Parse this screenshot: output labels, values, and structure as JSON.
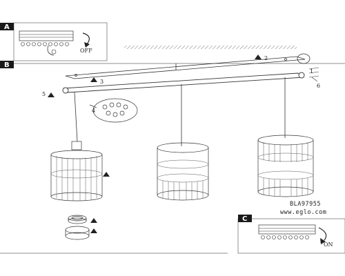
{
  "sections": {
    "a": {
      "letter": "A",
      "switch_state": "OFF"
    },
    "b": {
      "letter": "B"
    },
    "c": {
      "letter": "C",
      "switch_state": "ON"
    }
  },
  "model_code": "BLA97955",
  "website": "www.eglo.com",
  "callouts": [
    "1",
    "2",
    "3",
    "4",
    "5",
    "6"
  ],
  "colors": {
    "line": "#333333",
    "tab": "#1a1a1a",
    "hatch": "#555555"
  }
}
